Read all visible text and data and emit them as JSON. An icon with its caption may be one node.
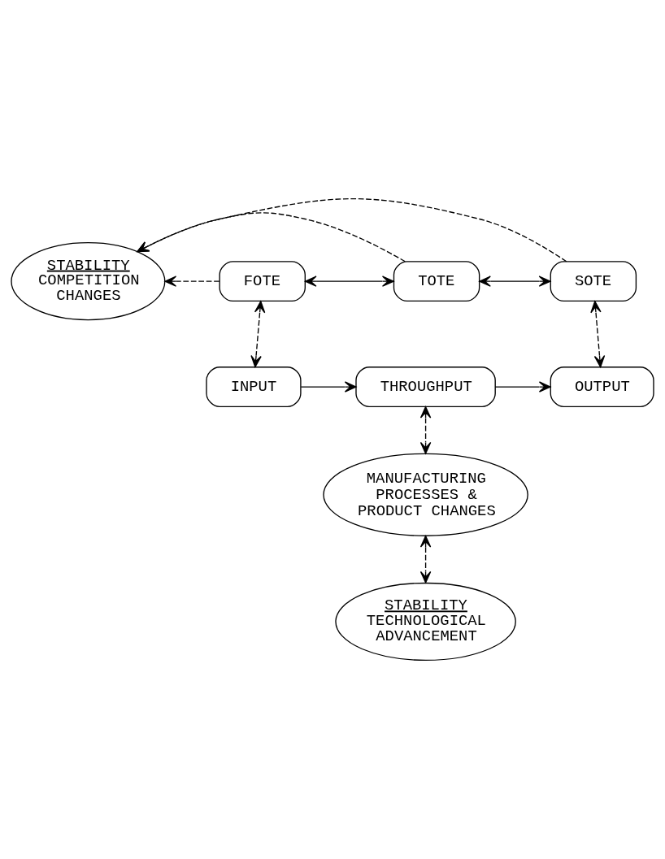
{
  "diagram": {
    "nodes": [
      {
        "text": [
          "STABILITY",
          "COMPETITION CHANGES"
        ]
      },
      {
        "text": [
          "FOTE"
        ]
      },
      {
        "text": [
          "TOTE"
        ]
      },
      {
        "text": [
          "SOTE"
        ]
      },
      {
        "text": [
          "INPUT"
        ]
      },
      {
        "text": [
          "THROUGHPUT"
        ]
      },
      {
        "text": [
          "OUTPUT"
        ]
      },
      {
        "text": [
          "MANUFACTURING PROCESSES & PRODUCT CHANGES"
        ]
      },
      {
        "text": [
          "STABILITY",
          "TECHNOLOGICAL ADVANCEMENT"
        ]
      }
    ],
    "edges": [
      {
        "from": 1,
        "to": 0,
        "arrow": "to",
        "style": "dashed"
      },
      {
        "from": 2,
        "to": 0,
        "arrow": "to",
        "style": "dashed"
      },
      {
        "from": 3,
        "to": 0,
        "arrow": "to",
        "style": "dashed"
      },
      {
        "from": 1,
        "to": 2,
        "arrow": "both"
      },
      {
        "from": 2,
        "to": 3,
        "arrow": "both"
      },
      {
        "from": 1,
        "to": 4,
        "arrow": "both",
        "style": "dashed"
      },
      {
        "from": 3,
        "to": 6,
        "arrow": "both",
        "style": "dashed"
      },
      {
        "from": 4,
        "to": 5,
        "arrow": "to"
      },
      {
        "from": 5,
        "to": 6,
        "arrow": "to"
      },
      {
        "from": 5,
        "to": 7,
        "arrow": "both",
        "style": "dashed"
      },
      {
        "from": 7,
        "to": 8,
        "arrow": "both",
        "style": "dashed"
      }
    ]
  }
}
